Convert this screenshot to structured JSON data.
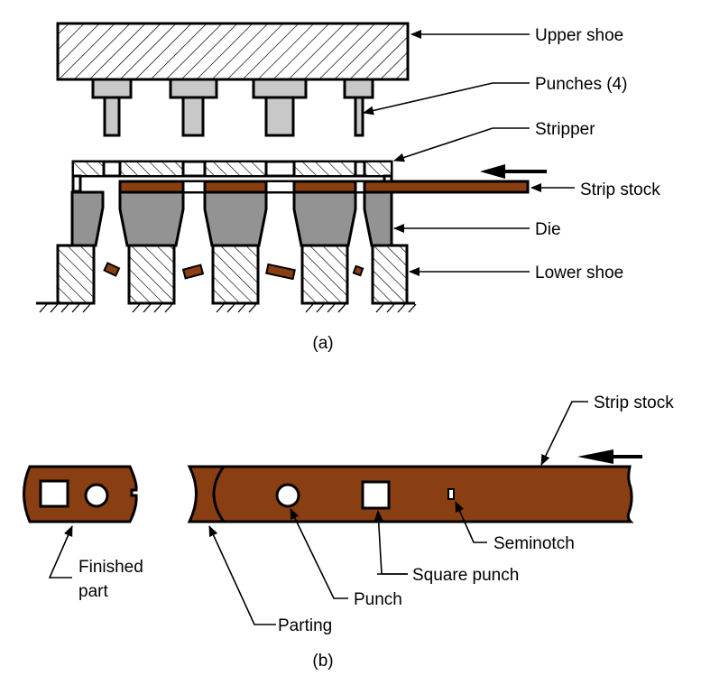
{
  "colors": {
    "strip": "#8a3f12",
    "die": "#939393",
    "punch": "#c8c8c8",
    "outline": "#000000",
    "background": "#ffffff"
  },
  "part_a": {
    "caption": "(a)",
    "labels": {
      "upper_shoe": "Upper shoe",
      "punches": "Punches (4)",
      "stripper": "Stripper",
      "strip_stock": "Strip stock",
      "die": "Die",
      "lower_shoe": "Lower shoe"
    }
  },
  "part_b": {
    "caption": "(b)",
    "labels": {
      "strip_stock": "Strip stock",
      "seminotch": "Seminotch",
      "square_punch": "Square punch",
      "punch": "Punch",
      "parting": "Parting",
      "finished_part_line1": "Finished",
      "finished_part_line2": "part"
    }
  }
}
